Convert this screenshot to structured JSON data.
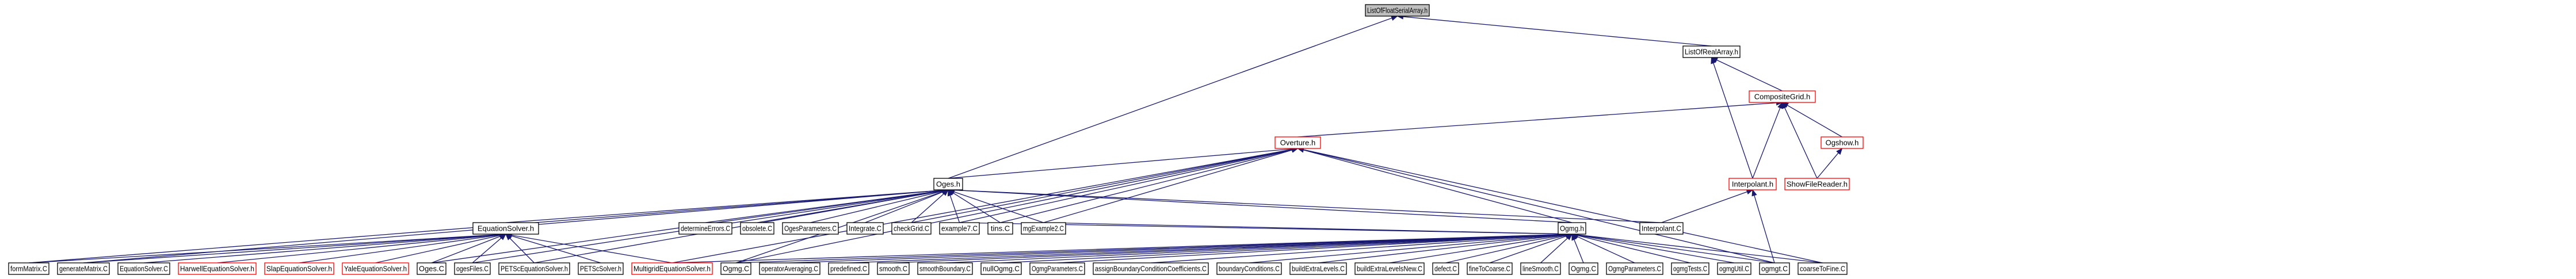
{
  "diagram": {
    "edge_color": "#191970",
    "border_colors": {
      "normal": "#000000",
      "highlighted": "#ff0000",
      "root_fill": "#bfbfbf"
    },
    "nodes": [
      {
        "id": "n0",
        "label": "ListOfFloatSerialArray.h",
        "style": "root"
      },
      {
        "id": "n1",
        "label": "ListOfRealArray.h",
        "style": "normal"
      },
      {
        "id": "n2",
        "label": "CompositeGrid.h",
        "style": "red"
      },
      {
        "id": "n3",
        "label": "Overture.h",
        "style": "red"
      },
      {
        "id": "n4",
        "label": "Ogshow.h",
        "style": "red"
      },
      {
        "id": "n5",
        "label": "Interpolant.h",
        "style": "red"
      },
      {
        "id": "n6",
        "label": "ShowFileReader.h",
        "style": "red"
      },
      {
        "id": "n7",
        "label": "Oges.h",
        "style": "normal"
      },
      {
        "id": "n8",
        "label": "EquationSolver.h",
        "style": "normal"
      },
      {
        "id": "n9",
        "label": "determineErrors.C",
        "style": "normal"
      },
      {
        "id": "n10",
        "label": "obsolete.C",
        "style": "normal"
      },
      {
        "id": "n11",
        "label": "OgesParameters.C",
        "style": "normal"
      },
      {
        "id": "n12",
        "label": "Integrate.C",
        "style": "normal"
      },
      {
        "id": "n13",
        "label": "checkGrid.C",
        "style": "normal"
      },
      {
        "id": "n14",
        "label": "example7.C",
        "style": "normal"
      },
      {
        "id": "n15",
        "label": "tins.C",
        "style": "normal"
      },
      {
        "id": "n16",
        "label": "mgExample2.C",
        "style": "normal"
      },
      {
        "id": "n17",
        "label": "Ogmg.h",
        "style": "normal"
      },
      {
        "id": "n18",
        "label": "Interpolant.C",
        "style": "normal"
      },
      {
        "id": "n19",
        "label": "formMatrix.C",
        "style": "normal"
      },
      {
        "id": "n20",
        "label": "generateMatrix.C",
        "style": "normal"
      },
      {
        "id": "n21",
        "label": "EquationSolver.C",
        "style": "normal"
      },
      {
        "id": "n22",
        "label": "HarwellEquationSolver.h",
        "style": "red"
      },
      {
        "id": "n23",
        "label": "SlapEquationSolver.h",
        "style": "red"
      },
      {
        "id": "n24",
        "label": "YaleEquationSolver.h",
        "style": "red"
      },
      {
        "id": "n25",
        "label": "Oges.C",
        "style": "normal"
      },
      {
        "id": "n26",
        "label": "ogesFiles.C",
        "style": "normal"
      },
      {
        "id": "n27",
        "label": "PETScEquationSolver.h",
        "style": "normal"
      },
      {
        "id": "n28",
        "label": "PETScSolver.h",
        "style": "normal"
      },
      {
        "id": "n29",
        "label": "MultigridEquationSolver.h",
        "style": "red"
      },
      {
        "id": "n30",
        "label": "Ogmg.C",
        "style": "normal"
      },
      {
        "id": "n31",
        "label": "operatorAveraging.C",
        "style": "normal"
      },
      {
        "id": "n32",
        "label": "predefined.C",
        "style": "normal"
      },
      {
        "id": "n33",
        "label": "smooth.C",
        "style": "normal"
      },
      {
        "id": "n34",
        "label": "smoothBoundary.C",
        "style": "normal"
      },
      {
        "id": "n35",
        "label": "nullOgmg.C",
        "style": "normal"
      },
      {
        "id": "n36",
        "label": "OgmgParameters.C",
        "style": "normal"
      },
      {
        "id": "n37",
        "label": "assignBoundaryConditionCoefficients.C",
        "style": "normal"
      },
      {
        "id": "n38",
        "label": "boundaryConditions.C",
        "style": "normal"
      },
      {
        "id": "n39",
        "label": "buildExtraLevels.C",
        "style": "normal"
      },
      {
        "id": "n40",
        "label": "buildExtraLevelsNew.C",
        "style": "normal"
      },
      {
        "id": "n41",
        "label": "defect.C",
        "style": "normal"
      },
      {
        "id": "n42",
        "label": "fineToCoarse.C",
        "style": "normal"
      },
      {
        "id": "n43",
        "label": "lineSmooth.C",
        "style": "normal"
      },
      {
        "id": "n44",
        "label": "Ogmg.C",
        "style": "normal"
      },
      {
        "id": "n45",
        "label": "OgmgParameters.C",
        "style": "normal"
      },
      {
        "id": "n46",
        "label": "ogmgTests.C",
        "style": "normal"
      },
      {
        "id": "n47",
        "label": "ogmgUtil.C",
        "style": "normal"
      },
      {
        "id": "n48",
        "label": "ogmgt.C",
        "style": "normal"
      },
      {
        "id": "n49",
        "label": "coarseToFine.C",
        "style": "normal"
      }
    ],
    "edges": [
      [
        "n1",
        "n0"
      ],
      [
        "n7",
        "n0"
      ],
      [
        "n2",
        "n1"
      ],
      [
        "n5",
        "n1"
      ],
      [
        "n3",
        "n2"
      ],
      [
        "n4",
        "n2"
      ],
      [
        "n5",
        "n2"
      ],
      [
        "n6",
        "n2"
      ],
      [
        "n6",
        "n4"
      ],
      [
        "n18",
        "n5"
      ],
      [
        "n48",
        "n5"
      ],
      [
        "n7",
        "n3"
      ],
      [
        "n13",
        "n3"
      ],
      [
        "n14",
        "n3"
      ],
      [
        "n15",
        "n3"
      ],
      [
        "n16",
        "n3"
      ],
      [
        "n17",
        "n3"
      ],
      [
        "n29",
        "n3"
      ],
      [
        "n30",
        "n3"
      ],
      [
        "n48",
        "n3"
      ],
      [
        "n49",
        "n3"
      ],
      [
        "n8",
        "n7"
      ],
      [
        "n9",
        "n7"
      ],
      [
        "n10",
        "n7"
      ],
      [
        "n11",
        "n7"
      ],
      [
        "n12",
        "n7"
      ],
      [
        "n13",
        "n7"
      ],
      [
        "n14",
        "n7"
      ],
      [
        "n15",
        "n7"
      ],
      [
        "n16",
        "n7"
      ],
      [
        "n17",
        "n7"
      ],
      [
        "n19",
        "n7"
      ],
      [
        "n20",
        "n7"
      ],
      [
        "n25",
        "n7"
      ],
      [
        "n26",
        "n7"
      ],
      [
        "n27",
        "n7"
      ],
      [
        "n30",
        "n7"
      ],
      [
        "n18",
        "n7"
      ],
      [
        "n19",
        "n8"
      ],
      [
        "n20",
        "n8"
      ],
      [
        "n21",
        "n8"
      ],
      [
        "n22",
        "n8"
      ],
      [
        "n23",
        "n8"
      ],
      [
        "n24",
        "n8"
      ],
      [
        "n25",
        "n8"
      ],
      [
        "n26",
        "n8"
      ],
      [
        "n27",
        "n8"
      ],
      [
        "n28",
        "n8"
      ],
      [
        "n29",
        "n8"
      ],
      [
        "n14",
        "n17"
      ],
      [
        "n16",
        "n17"
      ],
      [
        "n29",
        "n17"
      ],
      [
        "n30",
        "n17"
      ],
      [
        "n31",
        "n17"
      ],
      [
        "n32",
        "n17"
      ],
      [
        "n33",
        "n17"
      ],
      [
        "n34",
        "n17"
      ],
      [
        "n35",
        "n17"
      ],
      [
        "n36",
        "n17"
      ],
      [
        "n37",
        "n17"
      ],
      [
        "n38",
        "n17"
      ],
      [
        "n39",
        "n17"
      ],
      [
        "n40",
        "n17"
      ],
      [
        "n41",
        "n17"
      ],
      [
        "n42",
        "n17"
      ],
      [
        "n43",
        "n17"
      ],
      [
        "n44",
        "n17"
      ],
      [
        "n45",
        "n17"
      ],
      [
        "n46",
        "n17"
      ],
      [
        "n47",
        "n17"
      ],
      [
        "n48",
        "n17"
      ],
      [
        "n49",
        "n17"
      ]
    ]
  }
}
